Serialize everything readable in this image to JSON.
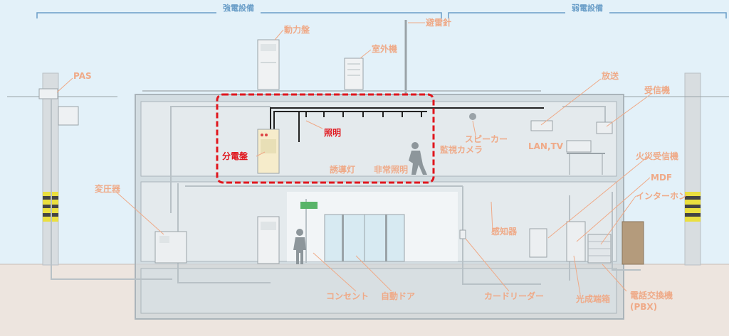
{
  "headers": {
    "strong": "強電設備",
    "weak": "弱電設備"
  },
  "labels": {
    "pas": "PAS",
    "power_panel": "動力盤",
    "outdoor_unit": "室外機",
    "lightning_rod": "避雷針",
    "lighting": "照明",
    "distribution_panel": "分電盤",
    "guide_light": "誘導灯",
    "emergency_light": "非常照明",
    "speaker": "スピーカー",
    "camera": "監視カメラ",
    "broadcast": "放送",
    "receiver": "受信機",
    "lan_tv": "LAN,TV",
    "fire_receiver": "火災受信機",
    "mdf": "MDF",
    "intercom": "インターホン",
    "transformer": "変圧器",
    "sensor": "感知器",
    "outlet": "コンセント",
    "auto_door": "自動ドア",
    "card_reader": "カードリーダー",
    "optical_box": "光成端箱",
    "pbx_line1": "電話交換機",
    "pbx_line2": "(PBX)"
  },
  "colors": {
    "sky": "#e3f1f9",
    "ground": "#ede5df",
    "label": "#efaa88",
    "highlight": "#e0161d",
    "cable": "#222222",
    "bracket": "#6a9ec8"
  }
}
